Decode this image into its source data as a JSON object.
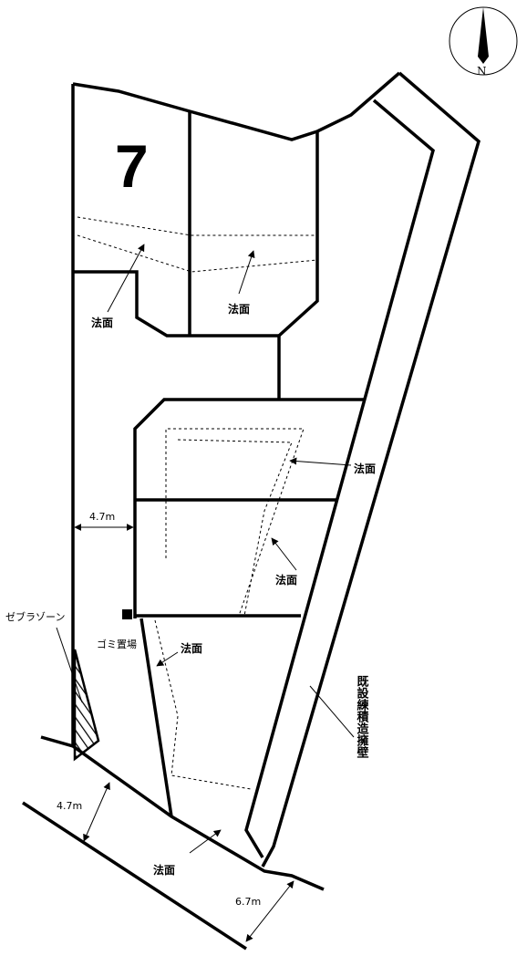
{
  "lot_number": "7",
  "compass": {
    "label": "N"
  },
  "labels": {
    "slope": "法面",
    "zebra_zone": "ゼブラゾーン",
    "garbage_station": "ゴミ置場",
    "retaining_wall": "既設練積造擁壁"
  },
  "dimensions": {
    "road_width_1": "4.7m",
    "road_width_2": "4.7m",
    "road_width_3": "6.7m"
  }
}
